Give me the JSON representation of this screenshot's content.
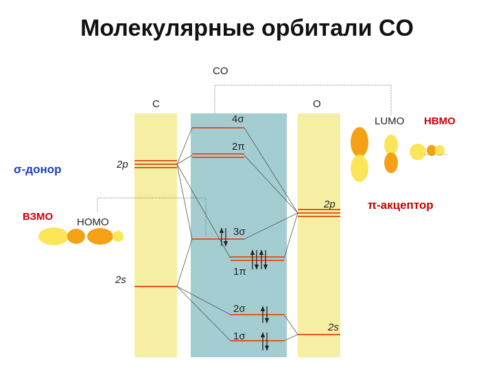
{
  "title": "Молекулярные орбитали CO",
  "molecule_label": "CO",
  "atom_c_label": "C",
  "atom_o_label": "O",
  "c_levels": {
    "p": "2p",
    "s": "2s"
  },
  "o_levels": {
    "p": "2p",
    "s": "2s"
  },
  "mo_labels": [
    "4σ",
    "2π",
    "3σ",
    "1π",
    "2σ",
    "1σ"
  ],
  "lumo_label": "LUMO",
  "homo_label": "HOMO",
  "nvmo_label": "НВМО",
  "vzmo_label": "ВЗМО",
  "sigma_donor_label": "σ-донор",
  "pi_acceptor_label": "π-акцептор",
  "colors": {
    "atom_band": "#f5efa3",
    "mo_band": "#a3cdd1",
    "level": "#e2561b",
    "line": "#555555",
    "accent_red": "#cc0000",
    "accent_blue": "#1a3fb5",
    "lobe_light": "#fbe65a",
    "lobe_dark": "#f4a116"
  },
  "icons": [
    "up-down-arrow-icon",
    "orbital-lobe-icon"
  ]
}
